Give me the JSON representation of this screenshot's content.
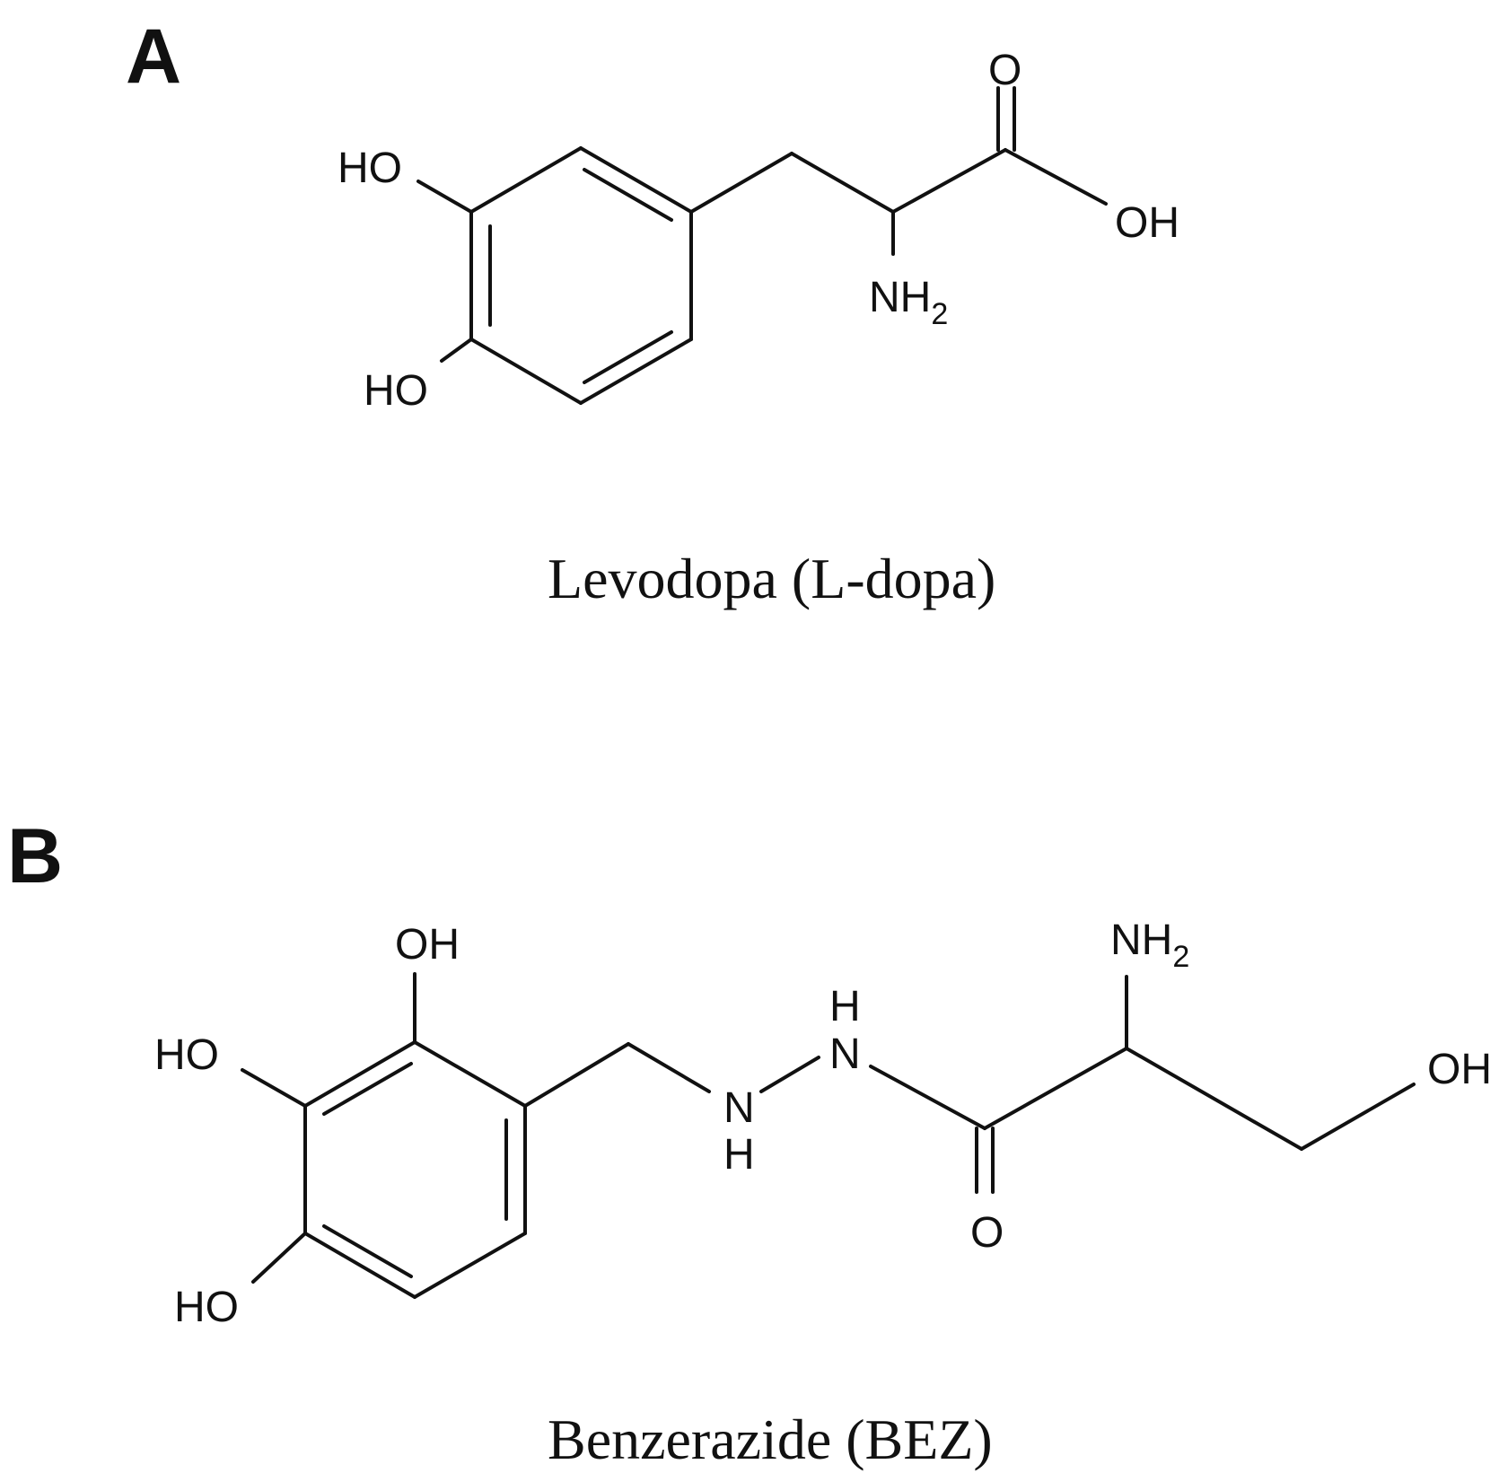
{
  "panel_a": {
    "label": "A",
    "caption": "Levodopa (L-dopa)",
    "atoms": {
      "ho_top": "HO",
      "ho_bottom": "HO",
      "carbonyl_o": "O",
      "acid_oh": "OH",
      "amine_nh": "NH",
      "amine_sub": "2"
    }
  },
  "panel_b": {
    "label": "B",
    "caption": "Benzerazide (BEZ)",
    "atoms": {
      "oh_top": "OH",
      "ho_left": "HO",
      "ho_bottom": "HO",
      "nh_lower_n": "N",
      "nh_lower_h": "H",
      "nh_upper_h": "H",
      "nh_upper_n": "N",
      "carbonyl_o": "O",
      "amine_nh": "NH",
      "amine_sub": "2",
      "terminal_oh": "OH"
    }
  }
}
